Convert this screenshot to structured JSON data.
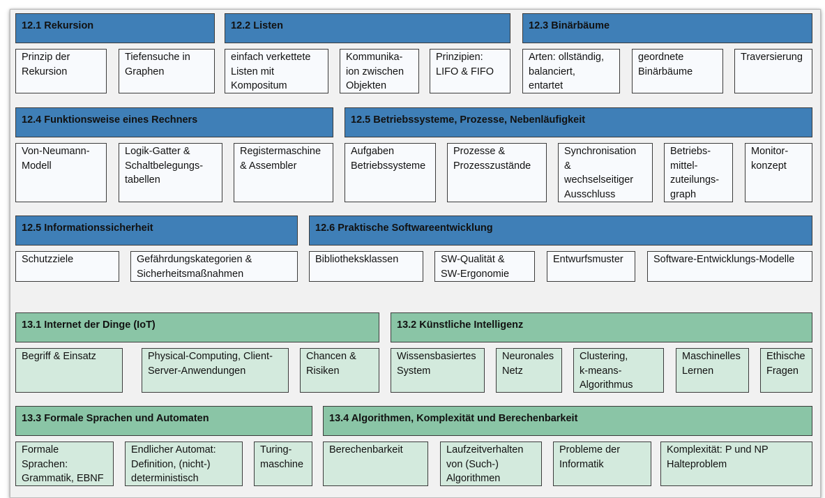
{
  "colors": {
    "blue_header": "#3f7fb7",
    "blue_topic": "#f8fafd",
    "green_header": "#8ac5a6",
    "green_topic": "#d3eadd"
  },
  "sections": [
    {
      "id": "s12-1",
      "title": "12.1 Rekursion",
      "group": "blue",
      "topics": [
        "Prinzip der\nRekursion",
        "Tiefensuche in\nGraphen"
      ]
    },
    {
      "id": "s12-2",
      "title": "12.2 Listen",
      "group": "blue",
      "topics": [
        "einfach verkettete\nListen mit\nKompositum",
        "Kommunika-\nion zwischen\nObjekten",
        "Prinzipien:\nLIFO & FIFO"
      ]
    },
    {
      "id": "s12-3",
      "title": "12.3 Binärbäume",
      "group": "blue",
      "topics": [
        "Arten: ollständig,\nbalanciert,\nentartet",
        "geordnete\nBinärbäume",
        "Traversierung"
      ]
    },
    {
      "id": "s12-4",
      "title": "12.4 Funktionsweise eines Rechners",
      "group": "blue",
      "topics": [
        "Von-Neumann-\nModell",
        "Logik-Gatter &\nSchaltbelegungs-\ntabellen",
        "Registermaschine\n& Assembler"
      ]
    },
    {
      "id": "s12-5a",
      "title": "12.5 Betriebssysteme, Prozesse, Nebenläufigkeit",
      "group": "blue",
      "topics": [
        "Aufgaben\nBetriebssysteme",
        "Prozesse &\nProzesszustände",
        "Synchronisation\n&\nwechselseitiger\nAusschluss",
        "Betriebs-\nmittel-\nzuteilungs-\ngraph",
        "Monitor-\nkonzept"
      ]
    },
    {
      "id": "s12-5b",
      "title": "12.5 Informationssicherheit",
      "group": "blue",
      "topics": [
        "Schutzziele",
        "Gefährdungskategorien &\nSicherheitsmaßnahmen"
      ]
    },
    {
      "id": "s12-6",
      "title": "12.6 Praktische Softwareentwicklung",
      "group": "blue",
      "topics": [
        "Bibliotheksklassen",
        "SW-Qualität &\nSW-Ergonomie",
        "Entwurfsmuster",
        "Software-Entwicklungs-Modelle"
      ]
    },
    {
      "id": "s13-1",
      "title": "13.1 Internet der Dinge (IoT)",
      "group": "green",
      "topics": [
        "Begriff & Einsatz",
        "Physical-Computing, Client-\nServer-Anwendungen",
        "Chancen &\nRisiken"
      ]
    },
    {
      "id": "s13-2",
      "title": "13.2 Künstliche Intelligenz",
      "group": "green",
      "topics": [
        "Wissensbasiertes\nSystem",
        "Neuronales\nNetz",
        "Clustering,\nk-means-\nAlgorithmus",
        "Maschinelles\nLernen",
        "Ethische\nFragen"
      ]
    },
    {
      "id": "s13-3",
      "title": "13.3 Formale Sprachen und Automaten",
      "group": "green",
      "topics": [
        "Formale\nSprachen:\nGrammatik, EBNF",
        "Endlicher Automat:\nDefinition, (nicht-)\ndeterministisch",
        "Turing-\nmaschine"
      ]
    },
    {
      "id": "s13-4",
      "title": "13.4 Algorithmen, Komplexität und Berechenbarkeit",
      "group": "green",
      "topics": [
        "Berechenbarkeit",
        "Laufzeitverhalten\nvon (Such-)\nAlgorithmen",
        "Probleme der\nInformatik",
        "Komplexität: P und NP\nHalteproblem"
      ]
    }
  ]
}
